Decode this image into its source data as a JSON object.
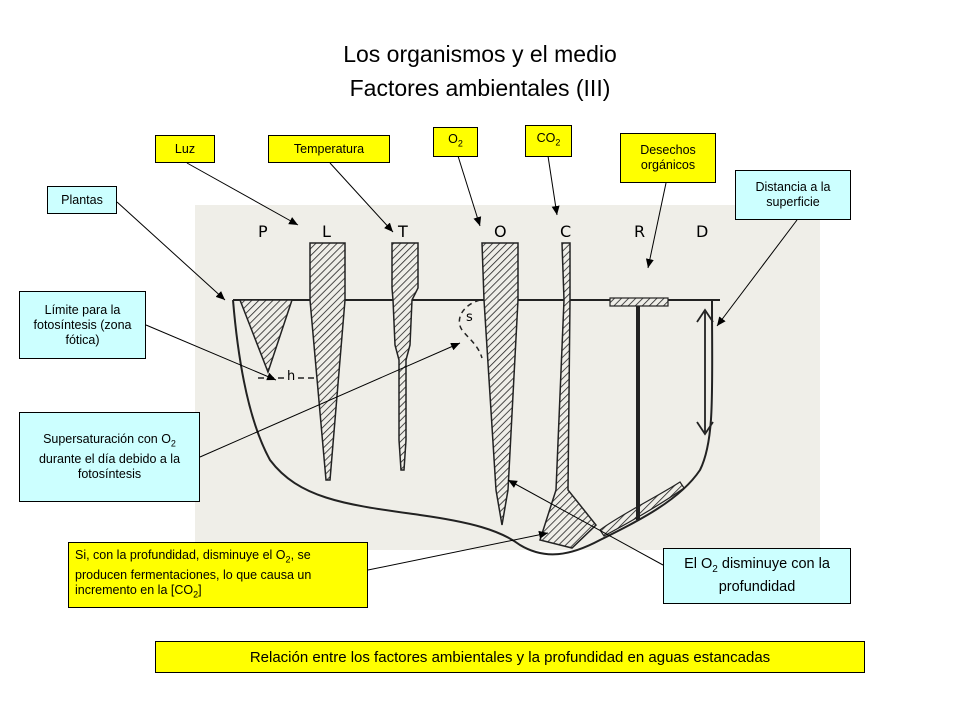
{
  "title": {
    "line1": "Los organismos y el medio",
    "line2": "Factores ambientales (III)"
  },
  "labels": {
    "luz": "Luz",
    "temperatura": "Temperatura",
    "o2": "O2",
    "co2": "CO2",
    "desechos": "Desechos orgánicos",
    "distancia": "Distancia a la superficie",
    "plantas": "Plantas",
    "limite": "Límite para la fotosíntesis (zona fótica)",
    "supersaturacion": "Supersaturación con O2 durante el día debido a la fotosíntesis",
    "fermentaciones": "Si, con la profundidad, disminuye el O2, se producen fermentaciones, lo que causa un incremento en la [CO2]",
    "o2_disminuye": "El O2 disminuye con la profundidad"
  },
  "diagram_letters": [
    "P",
    "L",
    "T",
    "O",
    "C",
    "R",
    "D"
  ],
  "diagram_marks": {
    "h": "h",
    "s": "s"
  },
  "caption": "Relación entre los factores ambientales y la profundidad en aguas estancadas",
  "colors": {
    "yellow": "#ffff00",
    "cyan": "#ccffff",
    "sketch_bg": "#efeee8"
  }
}
